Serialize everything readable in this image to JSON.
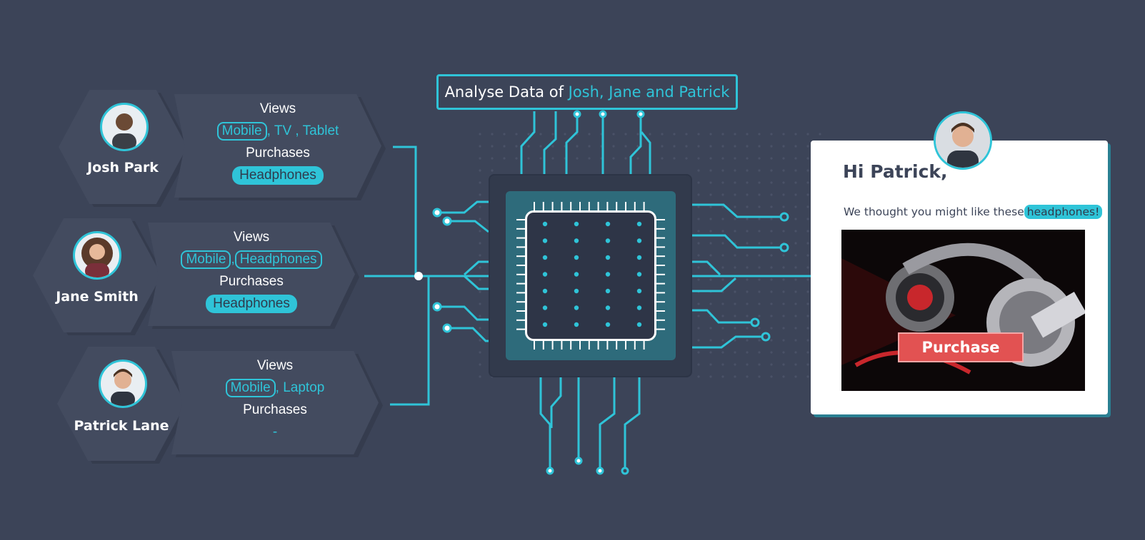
{
  "palette": {
    "background": "#3c4458",
    "accent": "#2fc4d8",
    "panel": "#434b5f",
    "chip_teal": "#2e6b7b",
    "button_red": "#e25252",
    "text": "#ffffff"
  },
  "people": [
    {
      "name": "Josh Park",
      "views_label": "Views",
      "views": [
        {
          "text": "Mobile",
          "style": "outlined"
        },
        {
          "text": ", TV , Tablet",
          "style": "plain"
        }
      ],
      "purchases_label": "Purchases",
      "purchases": [
        {
          "text": "Headphones",
          "style": "filled"
        }
      ]
    },
    {
      "name": "Jane Smith",
      "views_label": "Views",
      "views": [
        {
          "text": "Mobile",
          "style": "outlined"
        },
        {
          "text": ",",
          "style": "plain"
        },
        {
          "text": "Headphones",
          "style": "outlined"
        }
      ],
      "purchases_label": "Purchases",
      "purchases": [
        {
          "text": "Headphones",
          "style": "filled"
        }
      ]
    },
    {
      "name": "Patrick Lane",
      "views_label": "Views",
      "views": [
        {
          "text": "Mobile",
          "style": "outlined"
        },
        {
          "text": ", Laptop",
          "style": "plain"
        }
      ],
      "purchases_label": "Purchases",
      "purchases": [
        {
          "text": "-",
          "style": "plain"
        }
      ]
    }
  ],
  "analysis": {
    "prefix": "Analyse Data of ",
    "names": "Josh, Jane and Patrick"
  },
  "email": {
    "greeting": "Hi Patrick,",
    "message_prefix": "We thought you might like these",
    "message_highlight": "headphones!",
    "button_label": "Purchase",
    "product_icon": "headphones-photo",
    "avatar_icon": "man-avatar-icon"
  },
  "icons": {
    "avatar_josh": "man-avatar-icon",
    "avatar_jane": "woman-avatar-icon",
    "avatar_patrick": "man-avatar-icon",
    "processor": "processor-chip-icon"
  }
}
